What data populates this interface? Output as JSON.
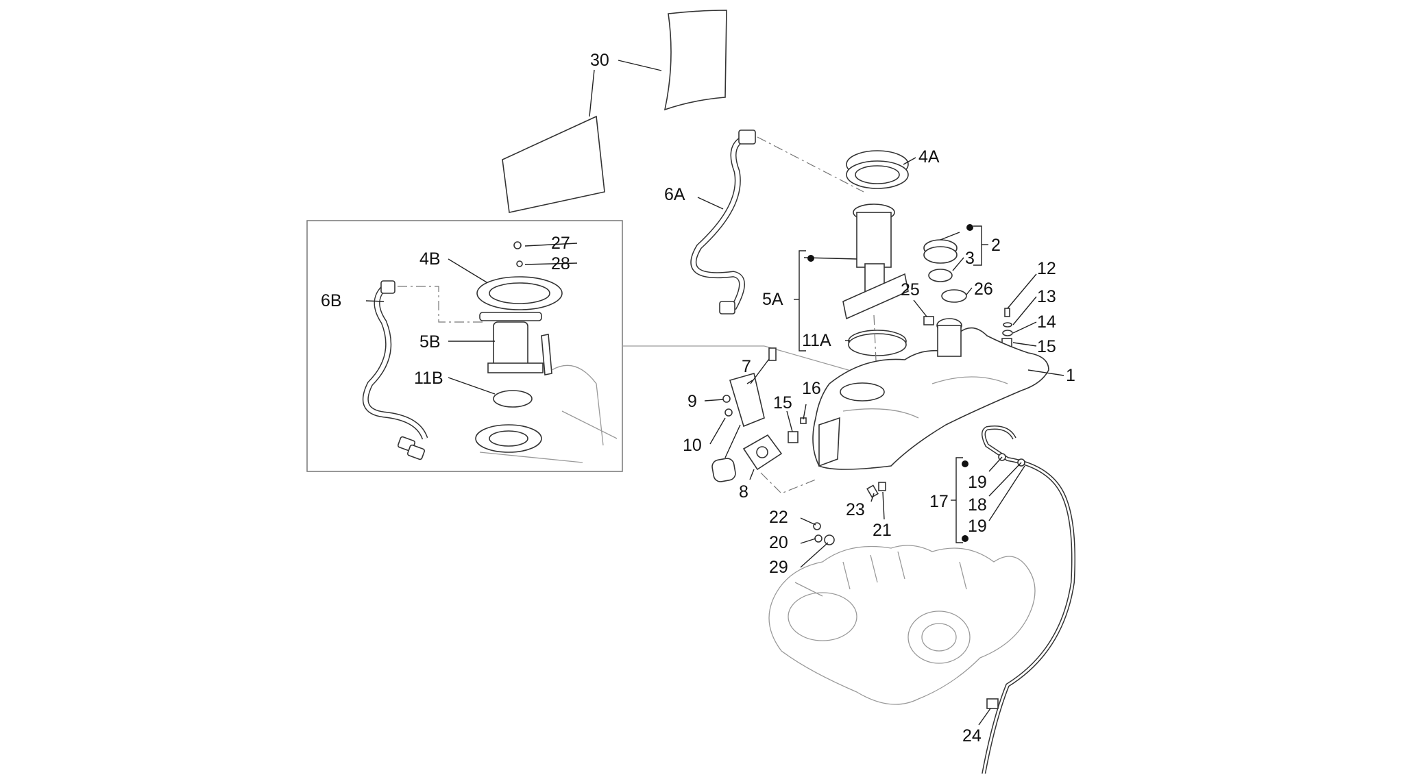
{
  "diagram": {
    "background": "#ffffff",
    "line_color": "#222222",
    "callouts": {
      "c30": "30",
      "c4A": "4A",
      "c6A": "6A",
      "c2": "2",
      "c3": "3",
      "c27": "27",
      "c28": "28",
      "c4B": "4B",
      "c6B": "6B",
      "c5B": "5B",
      "c11B": "11B",
      "c12": "12",
      "c13": "13",
      "c14": "14",
      "c15a": "15",
      "c25": "25",
      "c26": "26",
      "c5A": "5A",
      "c11A": "11A",
      "c1": "1",
      "c7": "7",
      "c9": "9",
      "c10": "10",
      "c15b": "15",
      "c16": "16",
      "c8": "8",
      "c19a": "19",
      "c17": "17",
      "c18": "18",
      "c19b": "19",
      "c22": "22",
      "c23": "23",
      "c21": "21",
      "c20": "20",
      "c29": "29",
      "c24": "24"
    },
    "bullet_markers": [
      "2",
      "5A",
      "19-18-19"
    ]
  }
}
